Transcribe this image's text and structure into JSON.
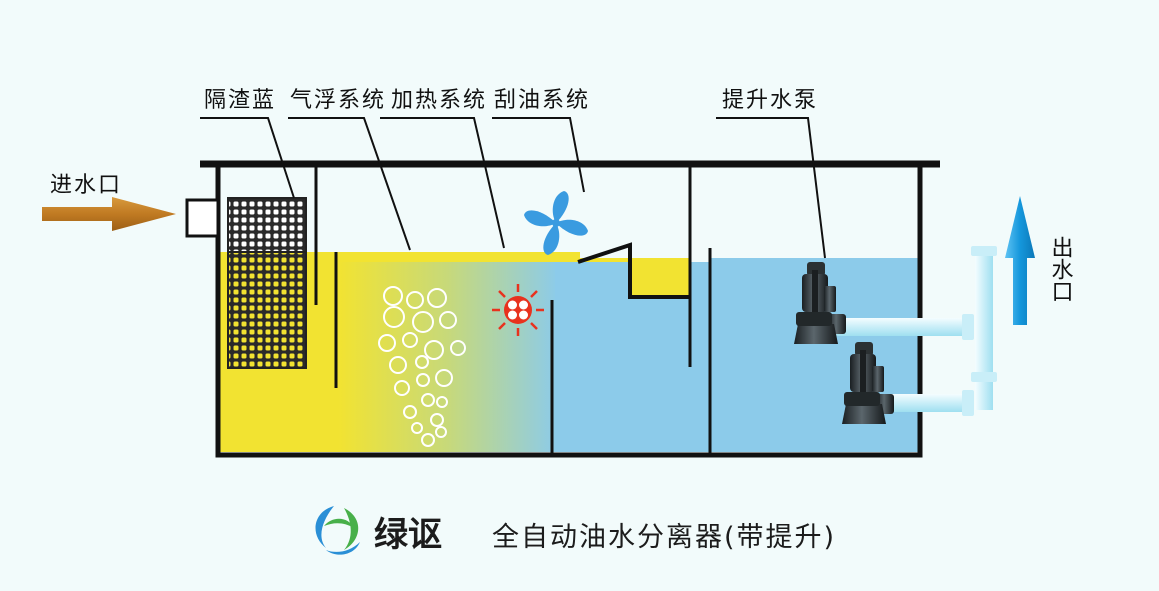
{
  "labels": {
    "inlet": "进水口",
    "outlet": "出水口",
    "slag_basket": "隔渣蓝",
    "air_flotation": "气浮系统",
    "heating": "加热系统",
    "oil_scraping": "刮油系统",
    "lift_pump": "提升水泵"
  },
  "brand": {
    "name": "绿讴",
    "caption": "全自动油水分离器(带提升)"
  },
  "colors": {
    "oil_yellow": "#f2e331",
    "water_blue": "#8ccbea",
    "inlet_arrow": "#c07a22",
    "outlet_arrow": "#1597dc",
    "fan_blue": "#3a9be0",
    "heater_red": "#e8321e",
    "tank_outline": "#111111",
    "pipe": "#d8f3fb"
  },
  "icons": {
    "inlet_arrow": "arrow-right-icon",
    "outlet_arrow": "arrow-up-icon",
    "fan": "fan-icon",
    "heater": "heater-icon",
    "pump": "pump-icon",
    "logo": "swirl-logo-icon"
  }
}
